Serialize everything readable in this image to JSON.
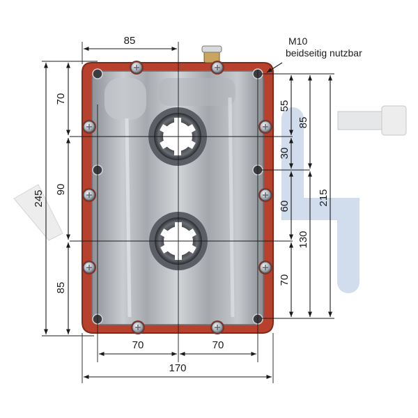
{
  "annotation": {
    "thread": "M10",
    "note": "beidseitig nutzbar"
  },
  "dimensions": {
    "top_width": "85",
    "total_height": "245",
    "left_top": "70",
    "left_middle": "90",
    "left_bottom": "85",
    "right_55": "55",
    "right_30": "30",
    "right_85": "85",
    "right_60": "60",
    "right_130": "130",
    "right_70": "70",
    "right_215": "215",
    "bottom_left": "70",
    "bottom_right": "70",
    "bottom_total": "170"
  },
  "colors": {
    "housing_red": "#b8412e",
    "plate_aluminium": "#b9bdc2",
    "watermark_blue": "#c9d6ea",
    "line": "#1a1a1a"
  },
  "icons": {
    "bolt": "hex-bolt-icon",
    "shaft": "splined-shaft-icon",
    "plug": "filler-plug-icon"
  }
}
